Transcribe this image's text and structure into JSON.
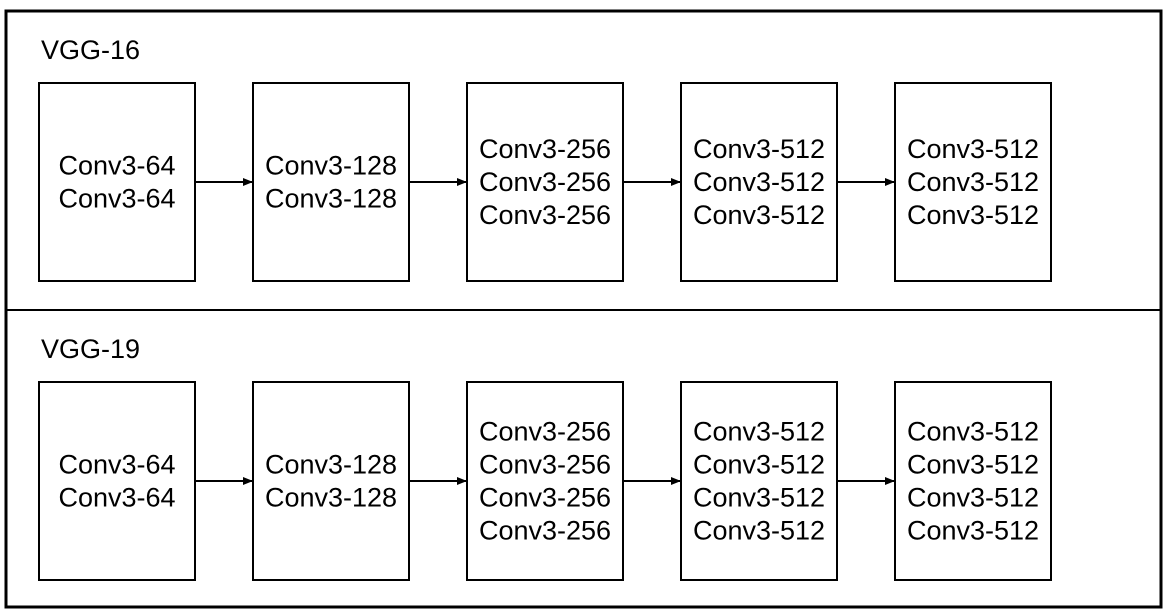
{
  "panels": [
    {
      "title": "VGG-16",
      "blocks": [
        {
          "layers": [
            "Conv3-64",
            "Conv3-64"
          ]
        },
        {
          "layers": [
            "Conv3-128",
            "Conv3-128"
          ]
        },
        {
          "layers": [
            "Conv3-256",
            "Conv3-256",
            "Conv3-256"
          ]
        },
        {
          "layers": [
            "Conv3-512",
            "Conv3-512",
            "Conv3-512"
          ]
        },
        {
          "layers": [
            "Conv3-512",
            "Conv3-512",
            "Conv3-512"
          ]
        }
      ]
    },
    {
      "title": "VGG-19",
      "blocks": [
        {
          "layers": [
            "Conv3-64",
            "Conv3-64"
          ]
        },
        {
          "layers": [
            "Conv3-128",
            "Conv3-128"
          ]
        },
        {
          "layers": [
            "Conv3-256",
            "Conv3-256",
            "Conv3-256",
            "Conv3-256"
          ]
        },
        {
          "layers": [
            "Conv3-512",
            "Conv3-512",
            "Conv3-512",
            "Conv3-512"
          ]
        },
        {
          "layers": [
            "Conv3-512",
            "Conv3-512",
            "Conv3-512",
            "Conv3-512"
          ]
        }
      ]
    }
  ]
}
